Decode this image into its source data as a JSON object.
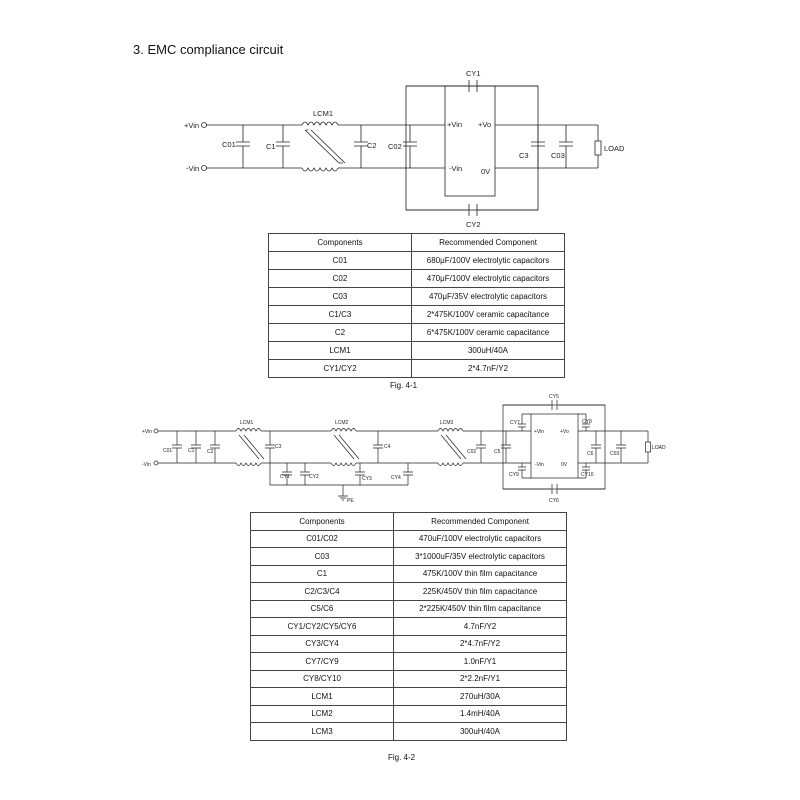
{
  "section": {
    "title": "3.  EMC compliance circuit"
  },
  "fig1": {
    "caption": "Fig. 4-1",
    "labels": {
      "vin_pos": "+Vin",
      "vin_neg": "-Vin",
      "c01": "C01",
      "c1": "C1",
      "lcm1": "LCM1",
      "c2": "C2",
      "c02": "C02",
      "mod_vin_pos": "+Vin",
      "mod_vin_neg": "-Vin",
      "mod_vo": "+Vo",
      "mod_0v": "0V",
      "c3": "C3",
      "c03": "C03",
      "load": "LOAD",
      "cy1": "CY1",
      "cy2": "CY2"
    },
    "table": {
      "headers": [
        "Components",
        "Recommended Component"
      ],
      "rows": [
        [
          "C01",
          "680μF/100V electrolytic capacitors"
        ],
        [
          "C02",
          "470μF/100V electrolytic capacitors"
        ],
        [
          "C03",
          "470μF/35V electrolytic capacitors"
        ],
        [
          "C1/C3",
          "2*475K/100V ceramic capacitance"
        ],
        [
          "C2",
          "6*475K/100V ceramic capacitance"
        ],
        [
          "LCM1",
          "300uH/40A"
        ],
        [
          "CY1/CY2",
          "2*4.7nF/Y2"
        ]
      ]
    }
  },
  "fig2": {
    "caption": "Fig. 4-2",
    "labels": {
      "vin_pos": "+Vin",
      "vin_neg": "-Vin",
      "c01": "C01",
      "c1": "C1",
      "c2": "C2",
      "lcm1": "LCM1",
      "c3": "C3",
      "cy1": "CY1",
      "cy2": "CY2",
      "lcm2": "LCM2",
      "c4": "C4",
      "cy3": "CY3",
      "cy4": "CY4",
      "pe": "PE",
      "lcm3": "LCM3",
      "c02": "C02",
      "c5": "C5",
      "cy5": "CY5",
      "cy6": "CY6",
      "cy7": "CY7",
      "cy8": "CY8",
      "cy9": "CY9",
      "cy10": "CY10",
      "mod_vin_pos": "+Vin",
      "mod_vin_neg": "-Vin",
      "mod_vo": "+Vo",
      "mod_0v": "0V",
      "c6": "C6",
      "c03": "C03",
      "load": "LOAD"
    },
    "table": {
      "headers": [
        "Components",
        "Recommended Component"
      ],
      "rows": [
        [
          "C01/C02",
          "470uF/100V electrolytic capacitors"
        ],
        [
          "C03",
          "3*1000uF/35V electrolytic capacitors"
        ],
        [
          "C1",
          "475K/100V thin film capacitance"
        ],
        [
          "C2/C3/C4",
          "225K/450V thin film capacitance"
        ],
        [
          "C5/C6",
          "2*225K/450V thin film capacitance"
        ],
        [
          "CY1/CY2/CY5/CY6",
          "4.7nF/Y2"
        ],
        [
          "CY3/CY4",
          "2*4.7nF/Y2"
        ],
        [
          "CY7/CY9",
          "1.0nF/Y1"
        ],
        [
          "CY8/CY10",
          "2*2.2nF/Y1"
        ],
        [
          "LCM1",
          "270uH/30A"
        ],
        [
          "LCM2",
          "1.4mH/40A"
        ],
        [
          "LCM3",
          "300uH/40A"
        ]
      ]
    }
  }
}
